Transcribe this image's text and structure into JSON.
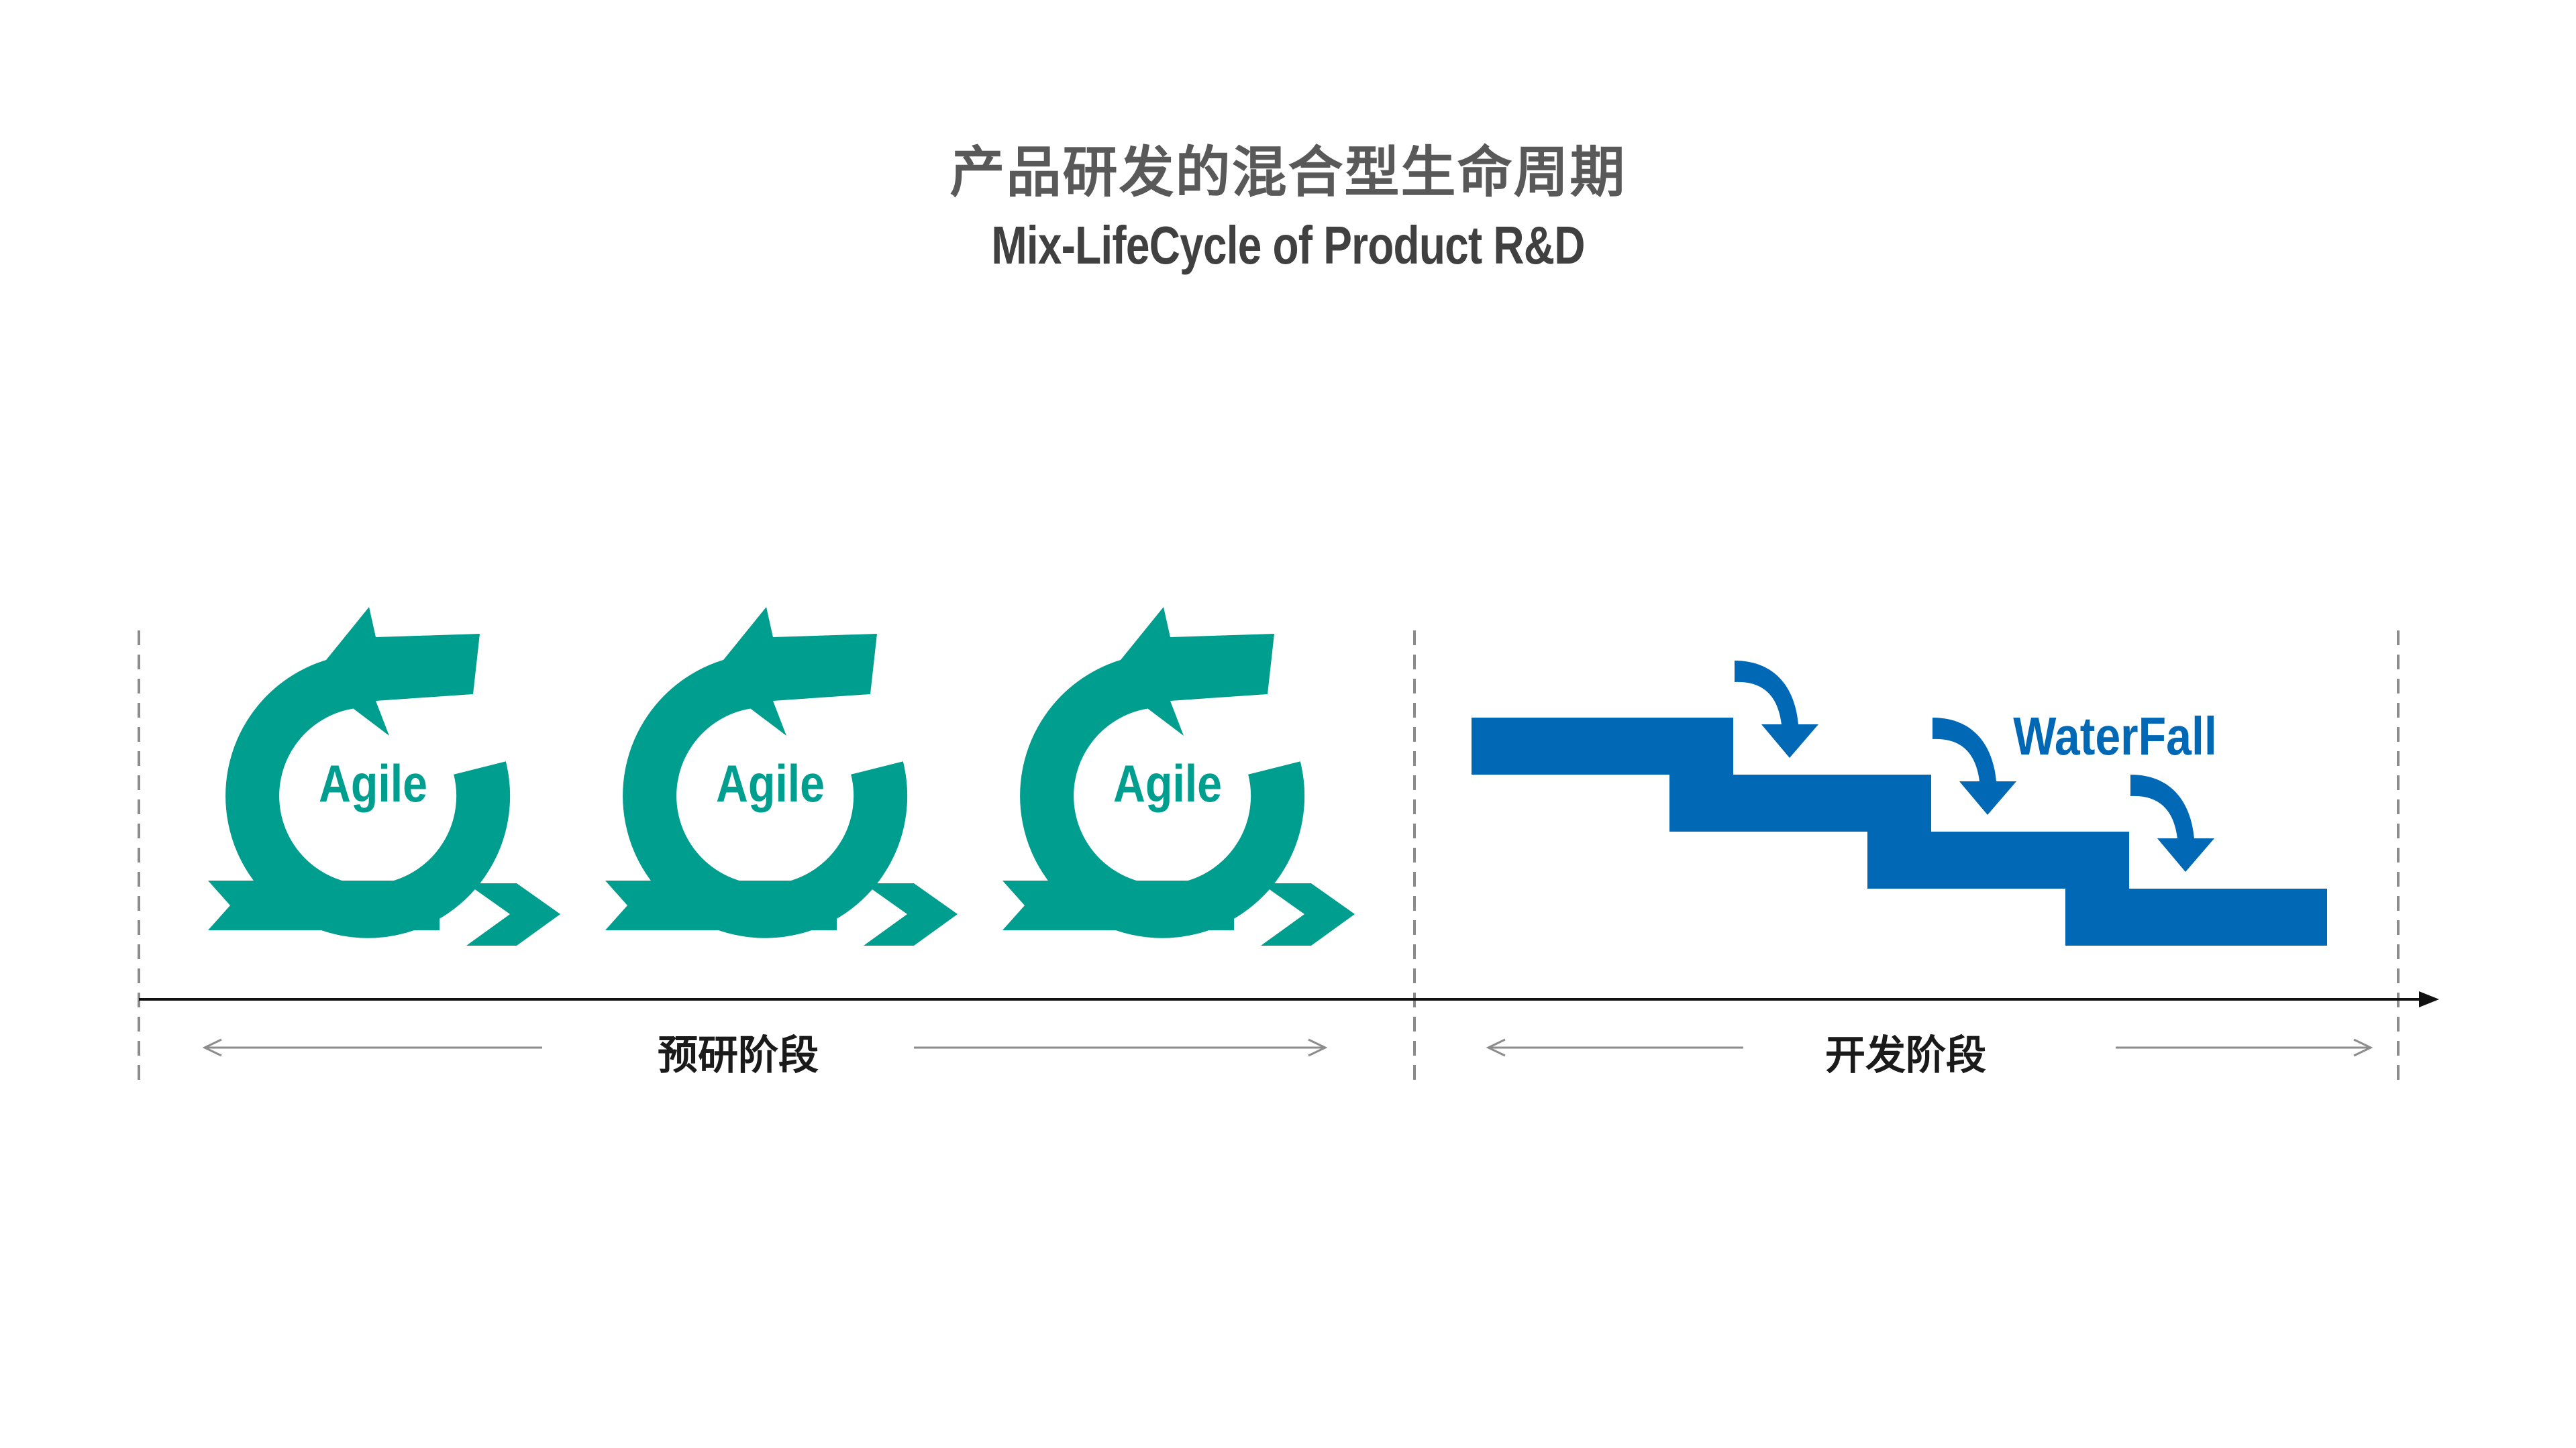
{
  "title": {
    "cn": "产品研发的混合型生命周期",
    "en": "Mix-LifeCycle of Product R&D"
  },
  "agile_cycles": [
    {
      "label": "Agile"
    },
    {
      "label": "Agile"
    },
    {
      "label": "Agile"
    }
  ],
  "waterfall": {
    "label": "WaterFall",
    "steps": 4
  },
  "phases": {
    "research": "预研阶段",
    "development": "开发阶段"
  },
  "colors": {
    "agile": "#009e8e",
    "waterfall": "#0068b5",
    "title_cn": "#595959",
    "title_en": "#404040",
    "axis": "#111111",
    "span_arrow": "#8c8c8c",
    "divider": "#8c8c8c"
  }
}
